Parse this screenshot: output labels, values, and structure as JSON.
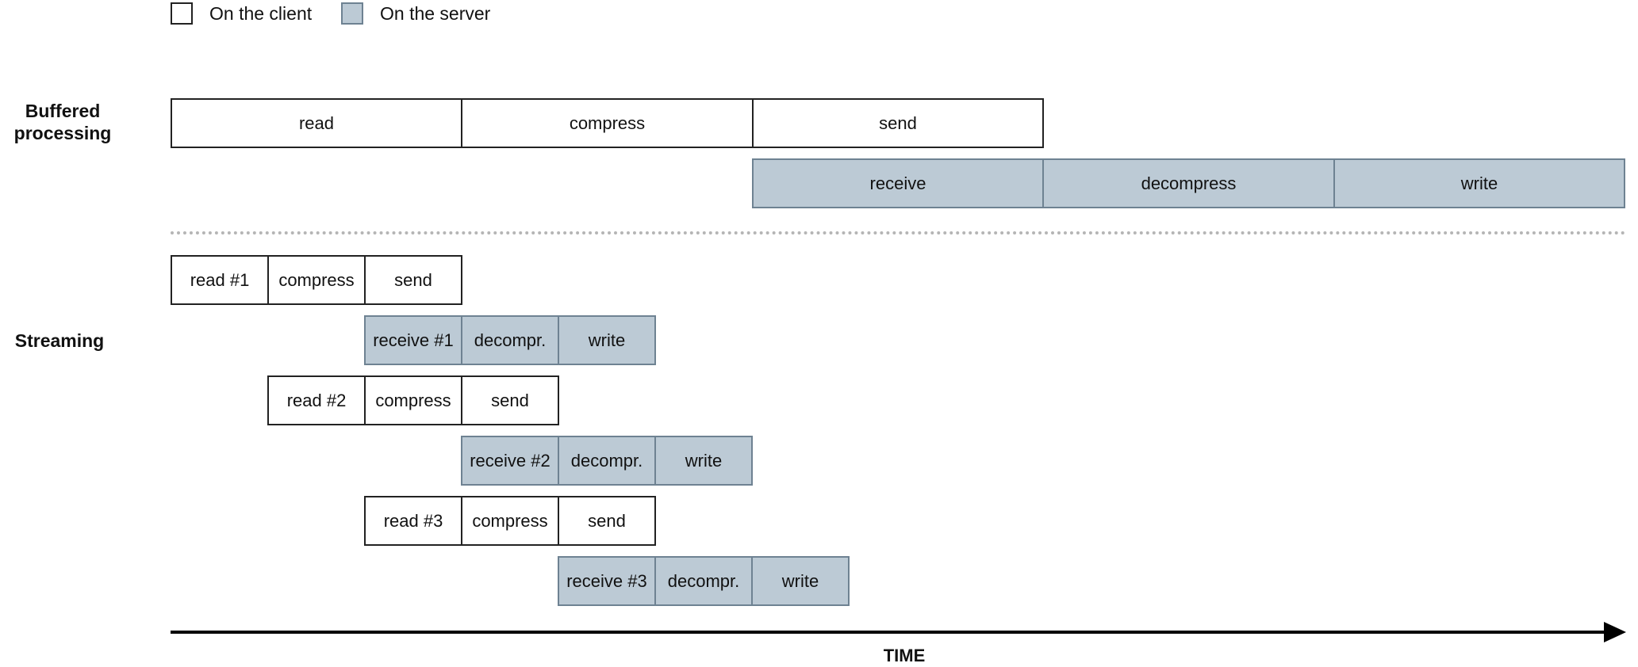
{
  "legend": {
    "client_label": "On the client",
    "server_label": "On the server",
    "client_color": "#ffffff",
    "server_color": "#bccad5"
  },
  "sections": {
    "buffered_label": "Buffered processing",
    "streaming_label": "Streaming"
  },
  "buffered": {
    "client": [
      "read",
      "compress",
      "send"
    ],
    "server": [
      "receive",
      "decompress",
      "write"
    ]
  },
  "streaming": {
    "chunk_1": {
      "client": [
        "read #1",
        "compress",
        "send"
      ],
      "server": [
        "receive #1",
        "decompr.",
        "write"
      ]
    },
    "chunk_2": {
      "client": [
        "read #2",
        "compress",
        "send"
      ],
      "server": [
        "receive #2",
        "decompr.",
        "write"
      ]
    },
    "chunk_3": {
      "client": [
        "read #3",
        "compress",
        "send"
      ],
      "server": [
        "receive #3",
        "decompr.",
        "write"
      ]
    }
  },
  "axis": {
    "label": "TIME"
  }
}
